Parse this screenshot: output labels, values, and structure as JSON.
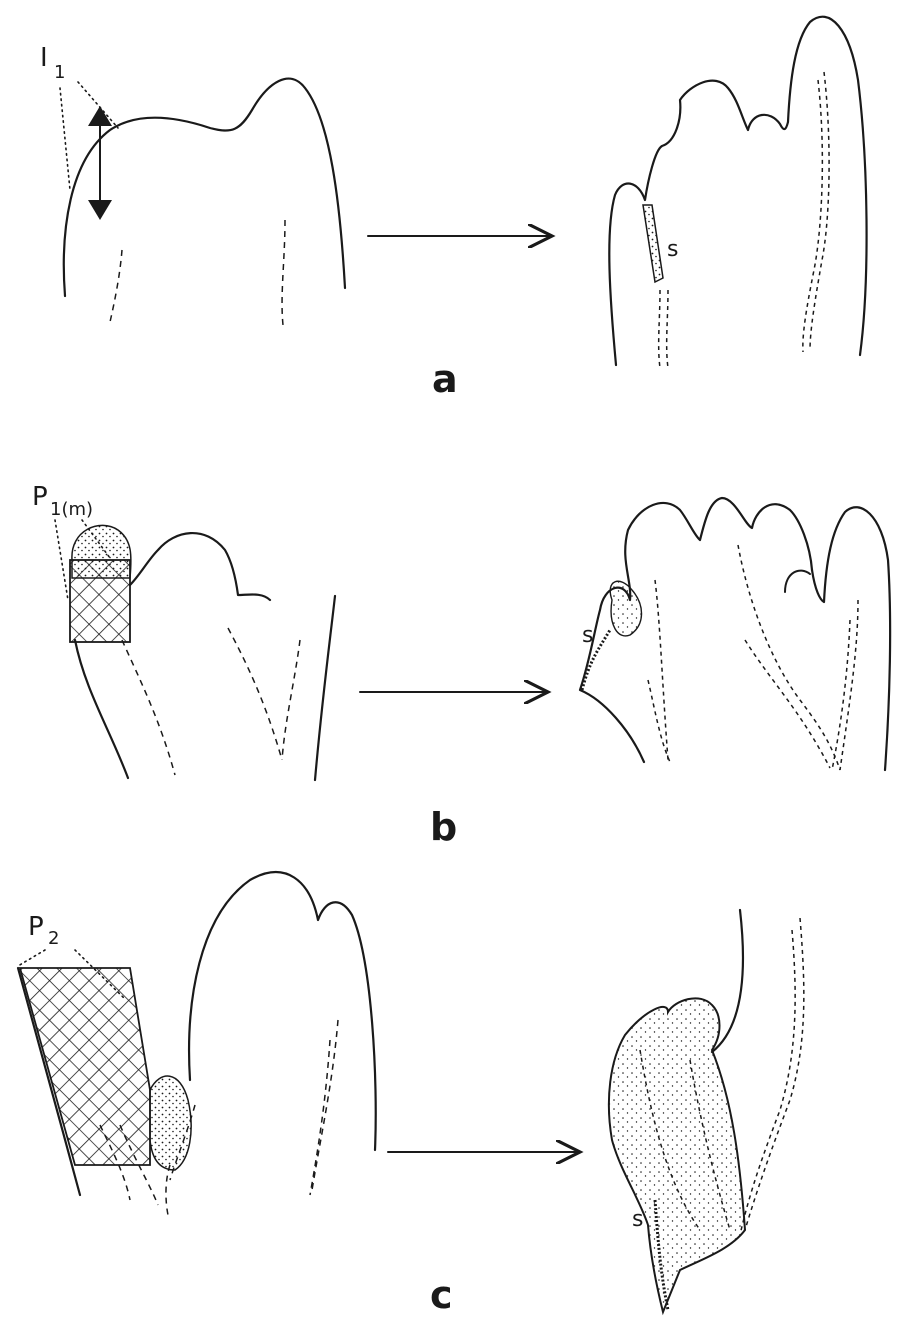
{
  "panels": [
    {
      "id": "a",
      "label": "a",
      "source_label": "I",
      "source_sub": "1",
      "scar_label": "s"
    },
    {
      "id": "b",
      "label": "b",
      "source_label": "P",
      "source_sub": "1(m)",
      "scar_label": "s"
    },
    {
      "id": "c",
      "label": "c",
      "source_label": "P",
      "source_sub": "2",
      "scar_label": "s"
    }
  ],
  "colors": {
    "ink": "#1a1a1a",
    "background": "#ffffff"
  },
  "icons": {
    "arrow": "right-arrow-icon",
    "double_arrow": "double-arrow-icon"
  }
}
